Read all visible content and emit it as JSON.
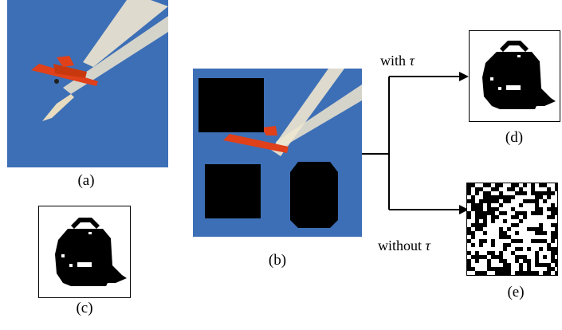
{
  "panels": {
    "a": {
      "caption": "(a)"
    },
    "b": {
      "caption": "(b)"
    },
    "c": {
      "caption": "(c)"
    },
    "d": {
      "caption": "(d)"
    },
    "e": {
      "caption": "(e)"
    }
  },
  "branches": {
    "with": {
      "prefix": "with ",
      "symbol": "τ"
    },
    "without": {
      "prefix": "without ",
      "symbol": "τ"
    }
  },
  "colors": {
    "sky": "#3d6fb6",
    "sky_dark": "#2f5ea6",
    "contrail": "#efe6cf",
    "plane_red": "#e0401a",
    "mask_black": "#000000",
    "mask_white": "#ffffff"
  }
}
